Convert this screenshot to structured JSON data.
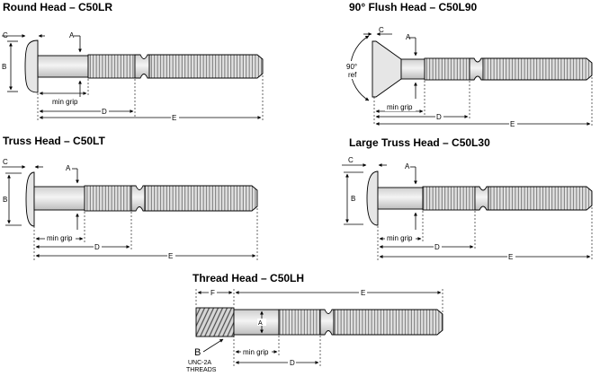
{
  "diagrams": [
    {
      "title": "Round Head – C50LR",
      "labels": {
        "a": "A",
        "b": "B",
        "c": "C",
        "d": "D",
        "e": "E",
        "min_grip": "min grip"
      }
    },
    {
      "title": "90° Flush Head – C50L90",
      "labels": {
        "a": "A",
        "c": "C",
        "d": "D",
        "e": "E",
        "min_grip": "min grip",
        "angle": "90°",
        "angle_ref": "ref"
      }
    },
    {
      "title": "Truss Head – C50LT",
      "labels": {
        "a": "A",
        "b": "B",
        "c": "C",
        "d": "D",
        "e": "E",
        "min_grip": "min grip"
      }
    },
    {
      "title": "Large Truss Head – C50L30",
      "labels": {
        "a": "A",
        "b": "B",
        "c": "C",
        "d": "D",
        "e": "E",
        "min_grip": "min grip"
      }
    },
    {
      "title": "Thread Head – C50LH",
      "labels": {
        "a": "A",
        "b": "B",
        "d": "D",
        "e": "E",
        "f": "F",
        "min_grip": "min grip",
        "thread_line1": "UNC-2A",
        "thread_line2": "THREADS"
      }
    }
  ]
}
